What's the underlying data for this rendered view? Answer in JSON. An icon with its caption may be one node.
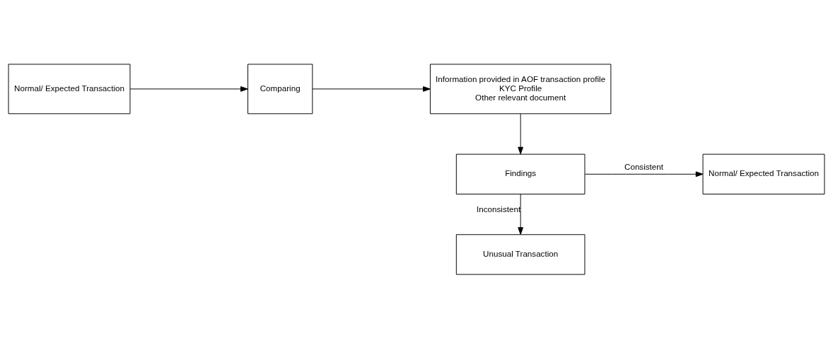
{
  "diagram": {
    "nodes": [
      {
        "text": [
          "Normal/ Expected Transaction"
        ]
      },
      {
        "text": [
          "Comparing"
        ]
      },
      {
        "text": [
          "Information provided in AOF transaction profile",
          "KYC Profile",
          "Other relevant document"
        ]
      },
      {
        "text": [
          "Findings"
        ]
      },
      {
        "text": [
          "Normal/ Expected Transaction"
        ]
      },
      {
        "text": [
          "Unusual Transaction"
        ]
      }
    ],
    "edges": [
      {
        "from": 0,
        "to": 1,
        "arrow": "to"
      },
      {
        "from": 1,
        "to": 2,
        "arrow": "to"
      },
      {
        "from": 2,
        "to": 3,
        "arrow": "to"
      },
      {
        "from": 3,
        "to": 4,
        "arrow": "to",
        "label": "Consistent"
      },
      {
        "from": 3,
        "to": 5,
        "arrow": "to",
        "label": "Inconsistent"
      }
    ]
  }
}
